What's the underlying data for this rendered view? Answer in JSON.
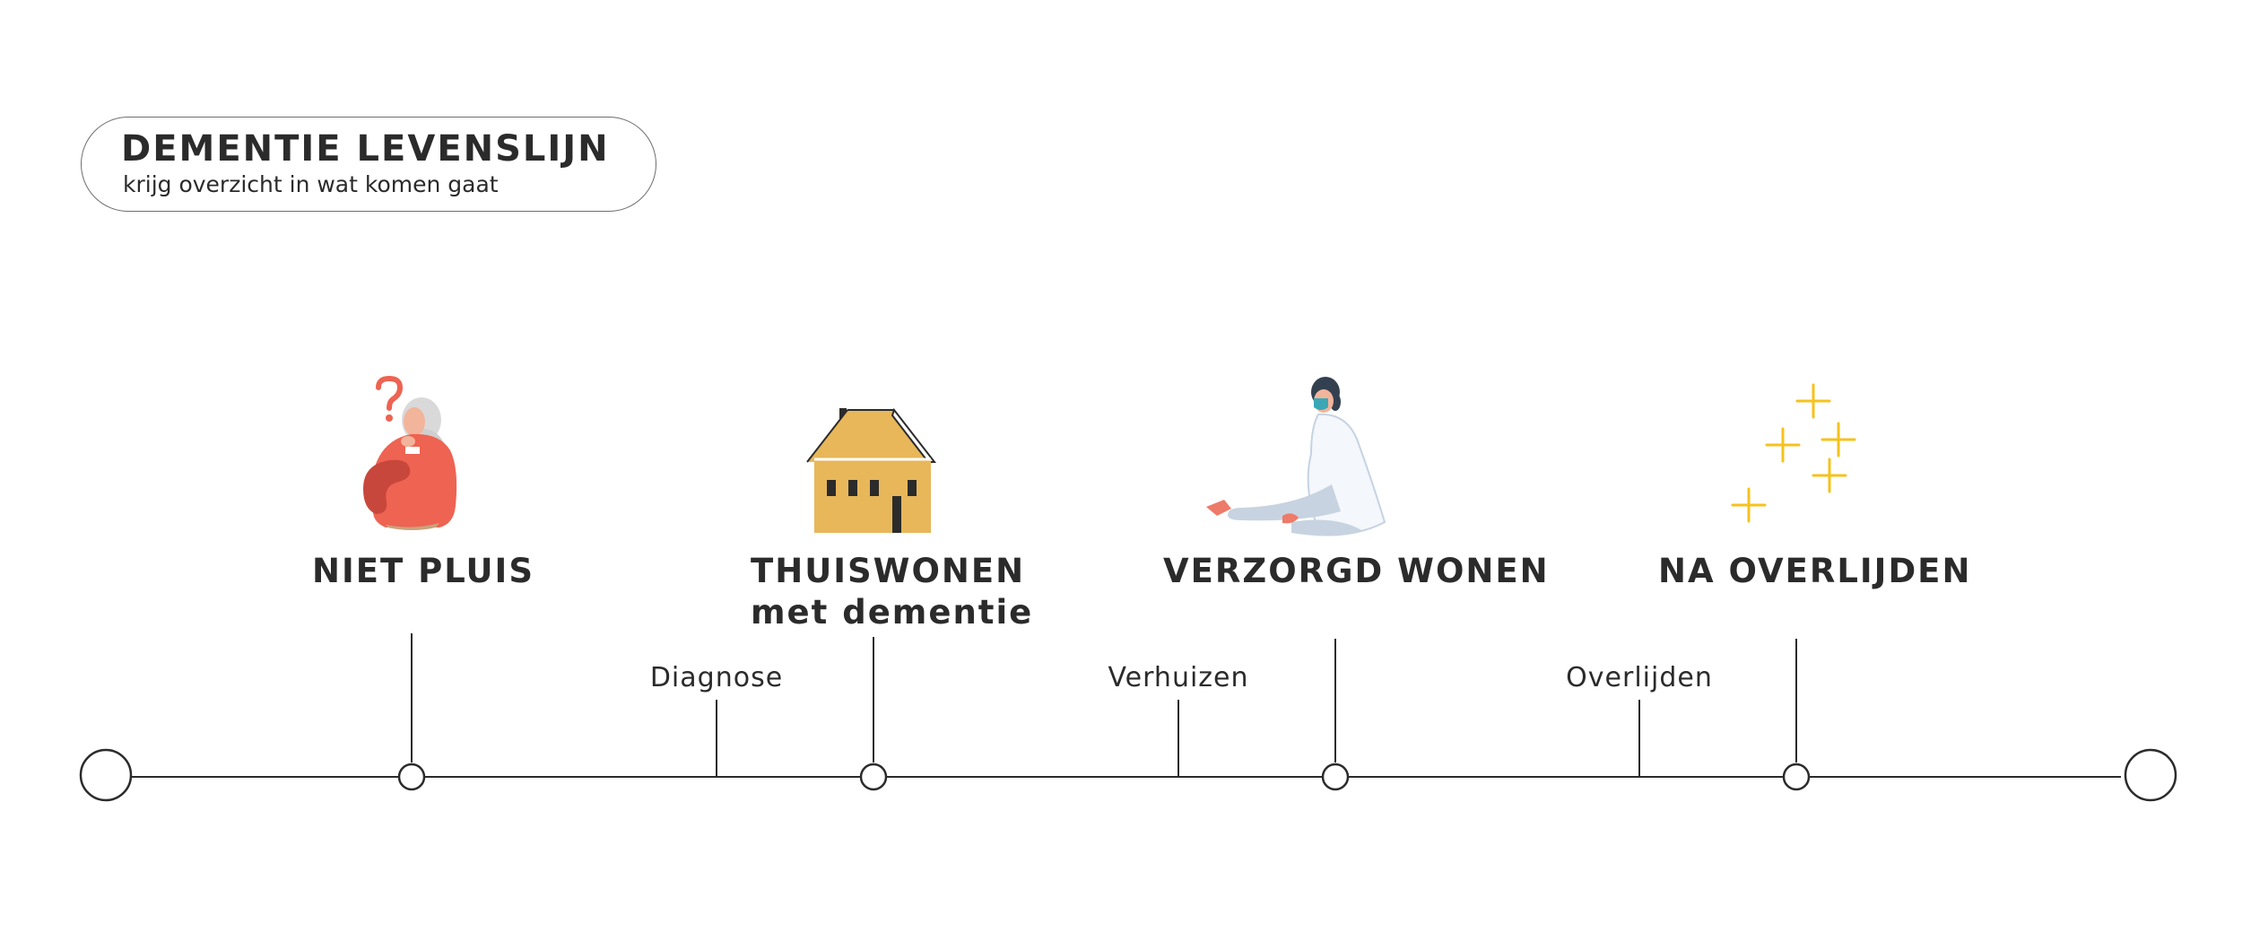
{
  "header": {
    "title": "DEMENTIE LEVENSLIJN",
    "subtitle": "krijg overzicht in wat komen gaat"
  },
  "phases": [
    {
      "label": "NIET PLUIS",
      "label_line2": "",
      "icon": "confused-woman-icon"
    },
    {
      "label": "THUISWONEN",
      "label_line2": "met dementie",
      "icon": "house-icon"
    },
    {
      "label": "VERZORGD WONEN",
      "label_line2": "",
      "icon": "caregiver-icon"
    },
    {
      "label": "NA OVERLIJDEN",
      "label_line2": "",
      "icon": "sparkles-icon"
    }
  ],
  "events": [
    {
      "label": "Diagnose"
    },
    {
      "label": "Verhuizen"
    },
    {
      "label": "Overlijden"
    }
  ],
  "colors": {
    "line": "#2b2b2b",
    "woman_coral": "#ee6352",
    "house_yellow": "#e8b75a",
    "sparkle_yellow": "#f6c21c",
    "mask_teal": "#3aa7b5"
  }
}
